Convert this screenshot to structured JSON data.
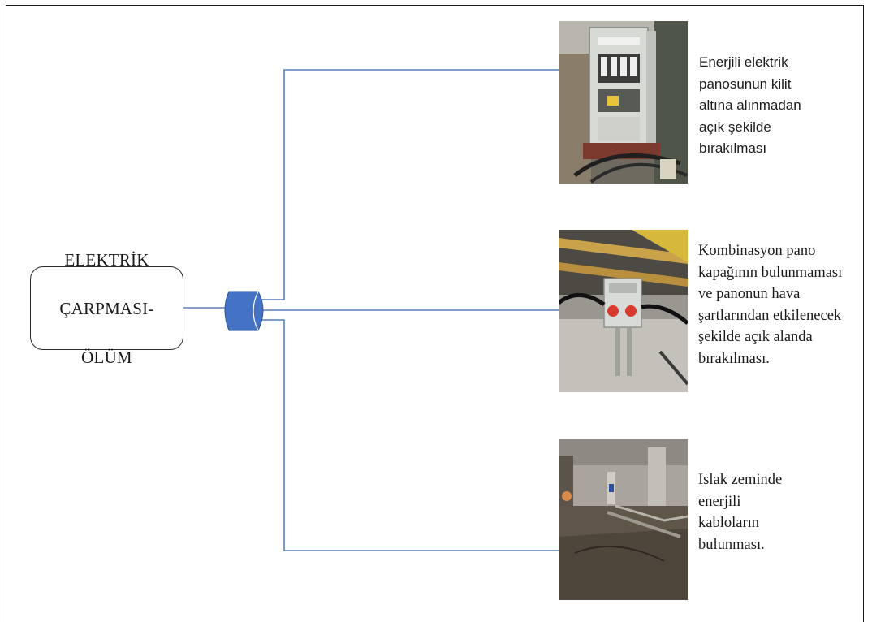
{
  "diagram": {
    "root": {
      "label_lines": [
        "ELEKTRİK",
        "ÇARPMASI-",
        "ÖLÜM"
      ]
    },
    "connector_color": "#4472c4",
    "line_color": "#5b7fb8",
    "branches": [
      {
        "photo_subject": "open-electrical-panel-photo",
        "caption_lines": [
          "Enerjili elektrik",
          "panosunun kilit",
          "altına alınmadan",
          "açık şekilde",
          "bırakılması"
        ]
      },
      {
        "photo_subject": "combination-panel-photo",
        "caption_lines": [
          "Kombinasyon pano",
          "kapağının bulunmaması",
          "ve panonun hava",
          "şartlarından etkilenecek",
          "şekilde açık alanda",
          "bırakılması."
        ]
      },
      {
        "photo_subject": "wet-floor-cables-photo",
        "caption_lines": [
          "Islak zeminde",
          "enerjili",
          "kabloların",
          "bulunması."
        ]
      }
    ]
  }
}
